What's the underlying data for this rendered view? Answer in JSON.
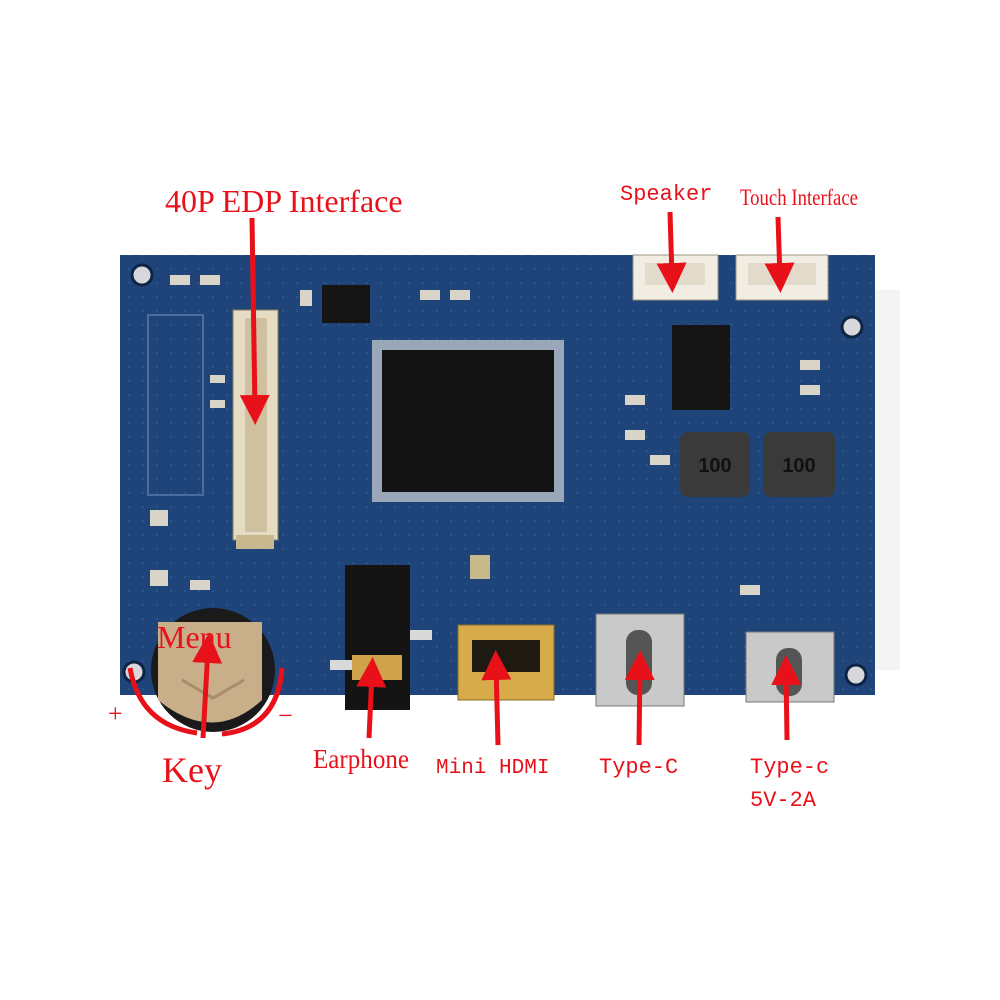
{
  "labels": {
    "edp": "40P EDP Interface",
    "speaker": "Speaker",
    "touch": "Touch Interface",
    "menu": "Menu",
    "plus": "+",
    "minus": "−",
    "key": "Key",
    "earphone": "Earphone",
    "mini_hdmi": "Mini HDMI",
    "type_c": "Type-C",
    "type_c_power_line1": "Type-c",
    "type_c_power_line2": "5V-2A"
  },
  "board": {
    "inductor_left": "100",
    "inductor_right": "100"
  },
  "colors": {
    "pcb": "#1f4479",
    "annotation": "#e8111a"
  }
}
